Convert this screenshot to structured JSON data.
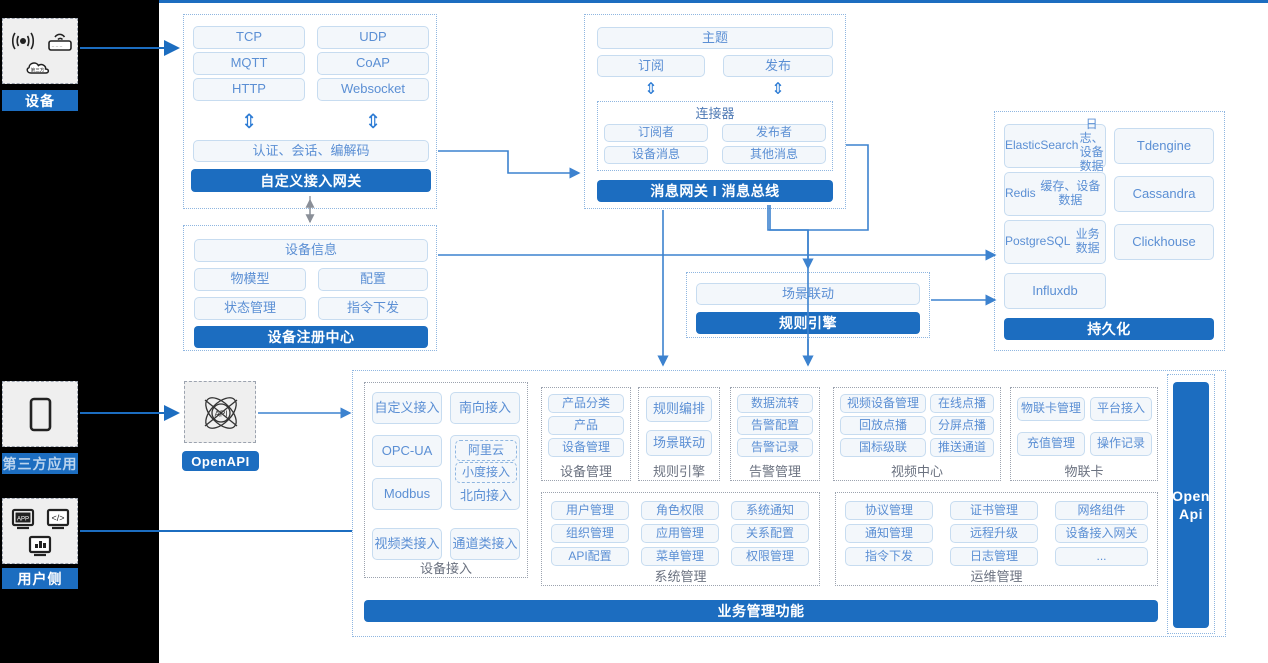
{
  "meta": {
    "title": "IoT Platform Architecture Diagram",
    "accent": "#1C6DC0",
    "box_text": "#5B8FD4",
    "caption_text": "#6B7280"
  },
  "rail": {
    "device": {
      "label": "设备",
      "icons": [
        "signal-wave-icon",
        "router-icon",
        "cloud-icon"
      ],
      "cloud_text": "第三方"
    },
    "third_party": {
      "label": "第三方应用",
      "icons": [
        "mobile-phone-icon"
      ]
    },
    "user_side": {
      "label": "用户侧",
      "icons": [
        "app-window-icon",
        "code-window-icon",
        "chart-window-icon"
      ]
    }
  },
  "gateway": {
    "protocols": [
      "TCP",
      "UDP",
      "MQTT",
      "CoAP",
      "HTTP",
      "Websocket"
    ],
    "middle": "认证、会话、编解码",
    "title": "自定义接入网关"
  },
  "message_bus": {
    "topic": "主题",
    "pubsub": [
      "订阅",
      "发布"
    ],
    "connector_title": "连接器",
    "connector_items": [
      "订阅者",
      "发布者",
      "设备消息",
      "其他消息"
    ],
    "title": "消息网关 l 消息总线"
  },
  "registry": {
    "header": "设备信息",
    "items": [
      "物模型",
      "配置",
      "状态管理",
      "指令下发"
    ],
    "title": "设备注册中心"
  },
  "rule_engine": {
    "item": "场景联动",
    "title": "规则引擎"
  },
  "persistence": {
    "stores": [
      {
        "name": "ElasticSearch",
        "desc": "日志、设备数据"
      },
      {
        "name": "Tdengine",
        "desc": ""
      },
      {
        "name": "Redis",
        "desc": "缓存、设备数据"
      },
      {
        "name": "Cassandra",
        "desc": ""
      },
      {
        "name": "PostgreSQL",
        "desc": "业务数据"
      },
      {
        "name": "Clickhouse",
        "desc": ""
      },
      {
        "name": "Influxdb",
        "desc": ""
      }
    ],
    "title": "持久化"
  },
  "openapi": {
    "label": "OpenAPI",
    "icon": "api-atom-icon"
  },
  "openapi_bar": {
    "label": "Open Api"
  },
  "business": {
    "title": "业务管理功能",
    "groups_row1": [
      {
        "caption": "设备接入",
        "cells": [
          "自定义接入",
          "南向接入",
          "OPC-UA",
          "Modbus",
          "视频类接入",
          "通道类接入"
        ],
        "nested": {
          "parent": "北向接入",
          "children": [
            "阿里云",
            "小度接入"
          ]
        }
      },
      {
        "caption": "设备管理",
        "cells": [
          "产品分类",
          "产品",
          "设备管理"
        ]
      },
      {
        "caption": "规则引擎",
        "cells": [
          "规则编排",
          "场景联动"
        ]
      },
      {
        "caption": "告警管理",
        "cells": [
          "数据流转",
          "告警配置",
          "告警记录"
        ]
      },
      {
        "caption": "视频中心",
        "cells": [
          "视频设备管理",
          "在线点播",
          "回放点播",
          "分屏点播",
          "国标级联",
          "推送通道"
        ]
      },
      {
        "caption": "物联卡",
        "cells": [
          "物联卡管理",
          "平台接入",
          "充值管理",
          "操作记录"
        ]
      }
    ],
    "groups_row2": [
      {
        "caption": "系统管理",
        "cells": [
          "用户管理",
          "角色权限",
          "系统通知",
          "组织管理",
          "应用管理",
          "关系配置",
          "API配置",
          "菜单管理",
          "权限管理"
        ]
      },
      {
        "caption": "运维管理",
        "cells": [
          "协议管理",
          "证书管理",
          "网络组件",
          "通知管理",
          "远程升级",
          "设备接入网关",
          "指令下发",
          "日志管理",
          "..."
        ]
      }
    ]
  }
}
